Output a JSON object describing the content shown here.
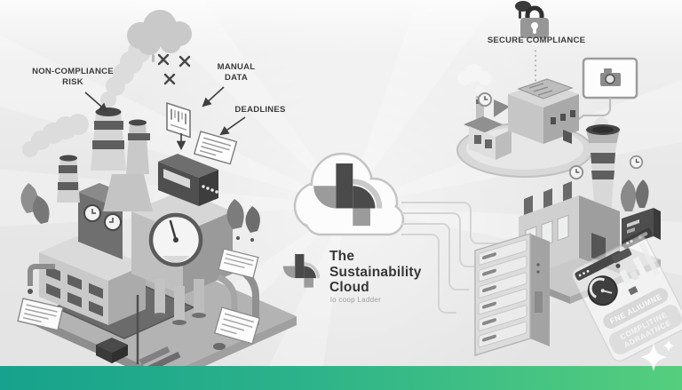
{
  "canvas": {
    "bg": "#e8e8e8",
    "bg_top": "#fbfbfb",
    "ink": "#3b3b3b",
    "illustration_gray_dark": "#4a4a4a",
    "illustration_gray_mid": "#9b9b9b",
    "illustration_gray_light": "#d6d6d6",
    "cloud_white": "#fcfcfc"
  },
  "brand": {
    "title": "The\nSustainability\nCloud",
    "tagline": "lo coop Ladder",
    "logo_color_dark": "#4a4a4a",
    "logo_color_mid": "#9b9b9b",
    "logo_color_light": "#c9c9c9"
  },
  "labels": {
    "non_compliance": "NON-COMPLIANCE\nRISK",
    "manual_data": "MANUAL\nDATA",
    "deadlines": "DEADLINES",
    "secure_compliance": "SECURE COMPLIANCE"
  },
  "dashboard": {
    "line1": "FNE ALIUMNE",
    "line2a": "COMPLITINE",
    "line2b": "ADRAATNCE"
  },
  "footer": {
    "gradient_left": "#16a28c",
    "gradient_mid": "#2db38a",
    "gradient_right": "#55ce7d"
  },
  "icons": {
    "rain-cloud": "☁",
    "x-mark": "✕",
    "padlock": "🔒",
    "clock": "🕐",
    "document": "📄",
    "barcode-document": "⌸",
    "camera-monitor": "📷",
    "gauge": "◴",
    "server-rack": "▤",
    "factory": "🏭",
    "leaf": "☙",
    "sparkle": "✦"
  }
}
